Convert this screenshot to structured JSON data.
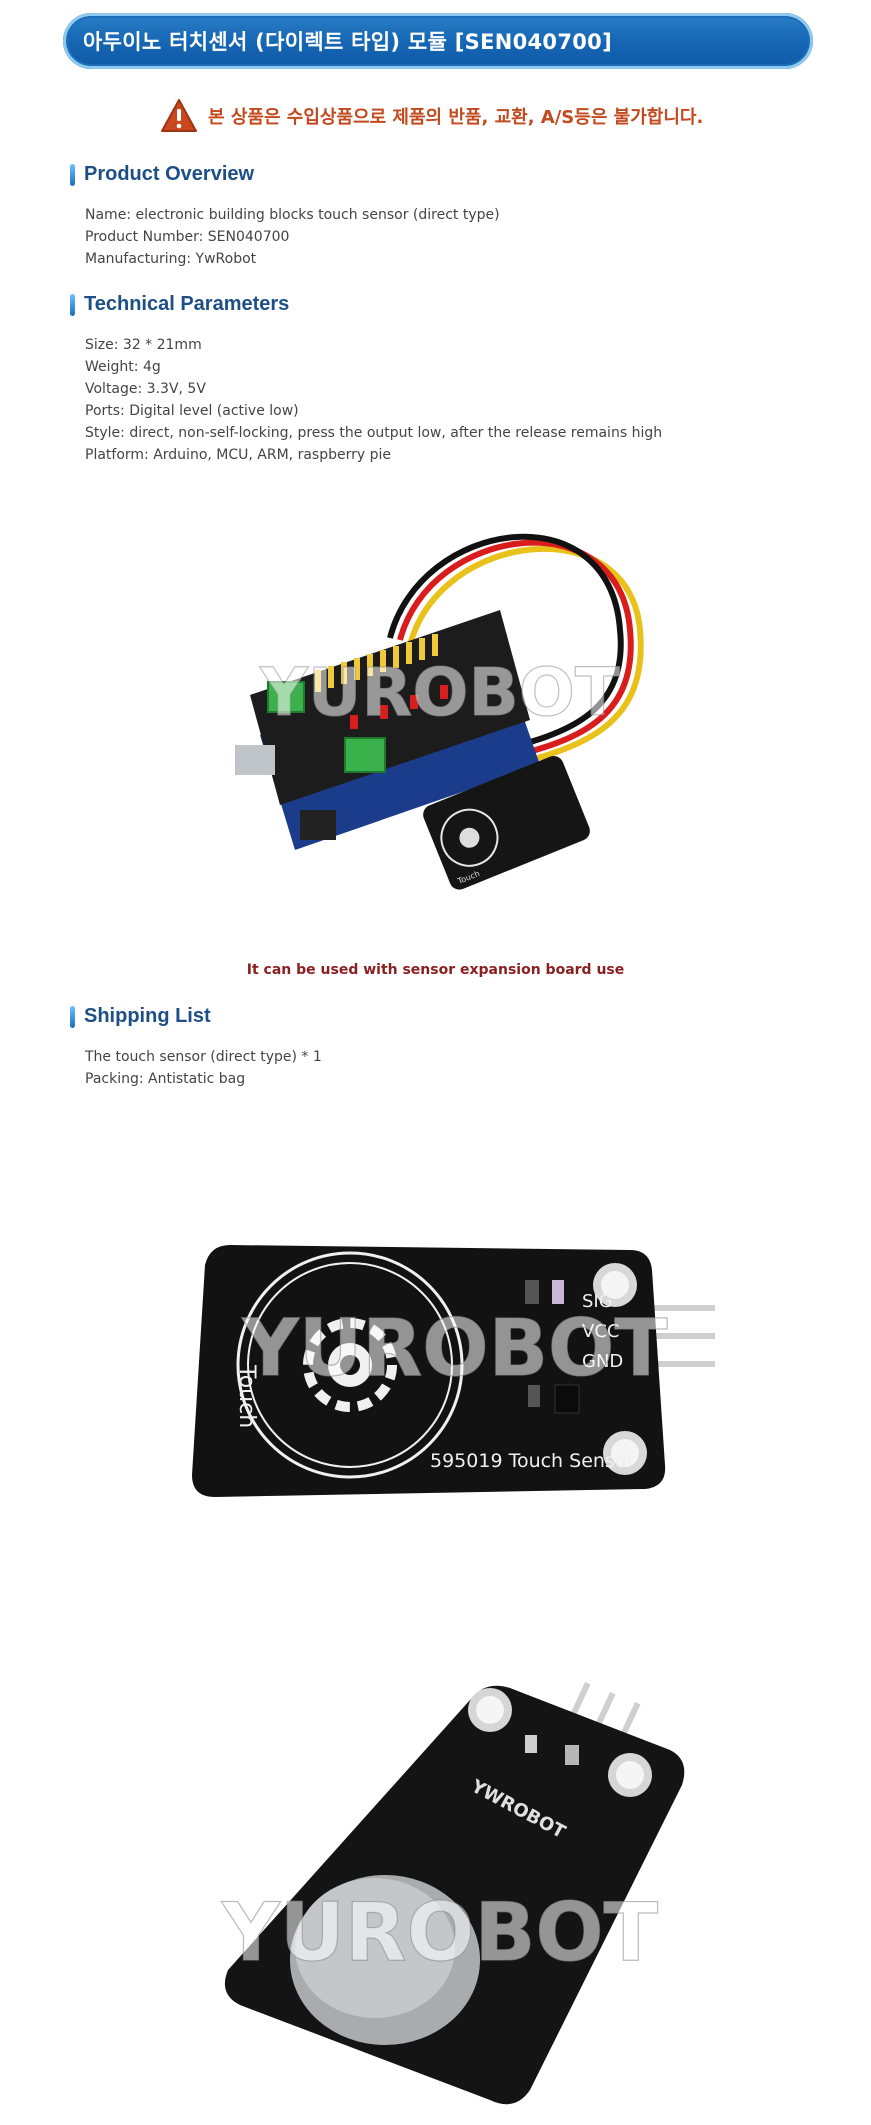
{
  "header": {
    "title": "아두이노 터치센서 (다이렉트 타입) 모듈 [SEN040700]"
  },
  "notice": {
    "text": "본 상품은 수입상품으로 제품의 반품, 교환, A/S등은 불가합니다."
  },
  "overview": {
    "heading": "Product Overview",
    "lines": [
      "Name: electronic building blocks touch sensor (direct type)",
      "Product Number: SEN040700",
      "Manufacturing: YwRobot"
    ]
  },
  "technical": {
    "heading": "Technical Parameters",
    "lines": [
      "Size: 32 * 21mm",
      "Weight: 4g",
      "Voltage: 3.3V, 5V",
      "Ports: Digital level (active low)",
      "Style: direct, non-self-locking, press the output low, after the release remains high",
      "Platform: Arduino, MCU, ARM, raspberry pie"
    ]
  },
  "expansion_photo": {
    "caption": "It can be used with sensor expansion board use",
    "watermark": "YUROBOT",
    "module_label": "Touch"
  },
  "shipping": {
    "heading": "Shipping List",
    "lines": [
      "The touch sensor (direct type) * 1",
      "Packing: Antistatic bag"
    ]
  },
  "front_photo": {
    "watermark": "YUROBOT",
    "touch_label": "Touch",
    "pins": [
      "SIG",
      "VCC",
      "GND"
    ],
    "board_label": "595019 Touch Sensor"
  },
  "back_photo": {
    "watermark": "YUROBOT",
    "board_text": "YWROBOT"
  },
  "colors": {
    "title_bar": "#1565b3",
    "notice_text": "#c24a1e",
    "heading_text": "#1d4f86",
    "caption_text": "#8b1e1e"
  }
}
